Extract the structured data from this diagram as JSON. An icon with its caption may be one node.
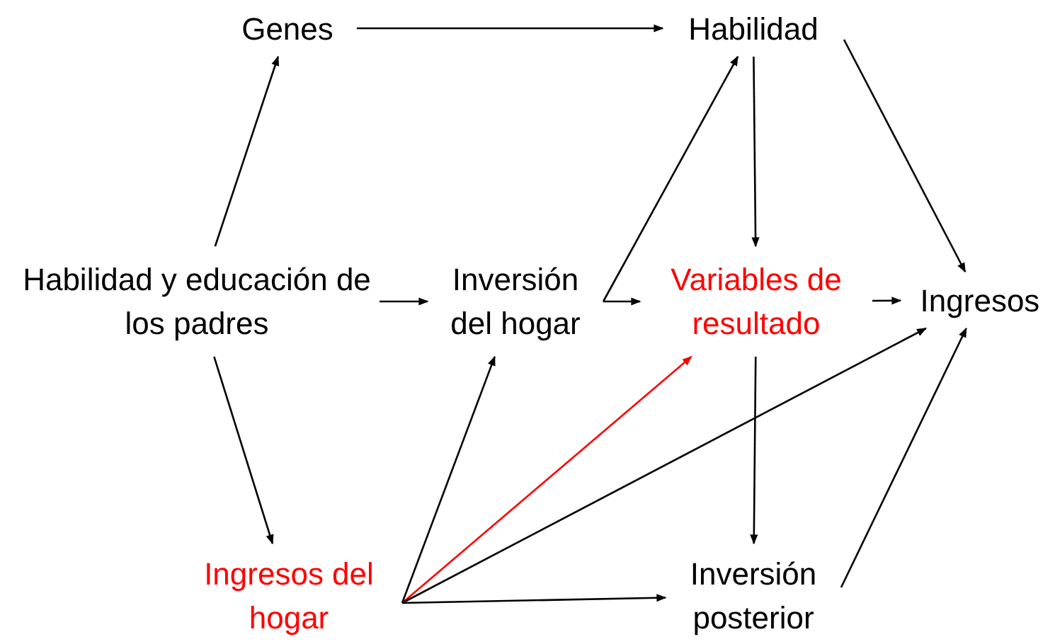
{
  "diagram": {
    "nodes": [
      {
        "text": [
          "Genes"
        ]
      },
      {
        "text": [
          "Habilidad"
        ]
      },
      {
        "text": [
          "Habilidad y educación de los padres"
        ]
      },
      {
        "text": [
          "Inversión del hogar"
        ]
      },
      {
        "text": [
          "Variables de resultado"
        ]
      },
      {
        "text": [
          "Ingresos"
        ]
      },
      {
        "text": [
          "Ingresos del hogar"
        ]
      },
      {
        "text": [
          "Inversión posterior"
        ]
      }
    ],
    "edges": [
      {
        "from": 0,
        "to": 1,
        "arrow": "to"
      },
      {
        "from": 2,
        "to": 0,
        "arrow": "to"
      },
      {
        "from": 2,
        "to": 3,
        "arrow": "to"
      },
      {
        "from": 2,
        "to": 6,
        "arrow": "to"
      },
      {
        "from": 3,
        "to": 1,
        "arrow": "to"
      },
      {
        "from": 3,
        "to": 4,
        "arrow": "to"
      },
      {
        "from": 1,
        "to": 4,
        "arrow": "to"
      },
      {
        "from": 1,
        "to": 5,
        "arrow": "to"
      },
      {
        "from": 4,
        "to": 5,
        "arrow": "to"
      },
      {
        "from": 4,
        "to": 7,
        "arrow": "to"
      },
      {
        "from": 7,
        "to": 5,
        "arrow": "to"
      },
      {
        "from": 6,
        "to": 3,
        "arrow": "to"
      },
      {
        "from": 6,
        "to": 4,
        "arrow": "to",
        "color": "#ff0000"
      },
      {
        "from": 6,
        "to": 5,
        "arrow": "to"
      },
      {
        "from": 6,
        "to": 7,
        "arrow": "to"
      }
    ]
  }
}
